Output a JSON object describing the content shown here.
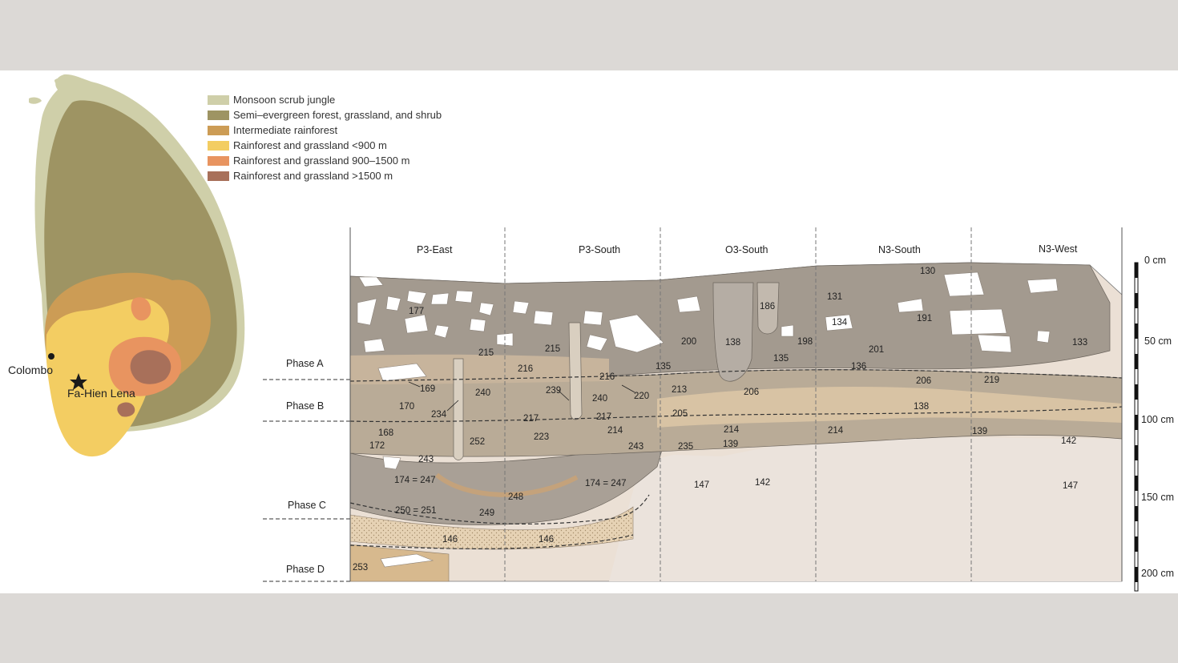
{
  "legend": [
    {
      "label": "Monsoon scrub jungle",
      "color": "#cfcfa9"
    },
    {
      "label": "Semi–evergreen forest, grassland, and shrub",
      "color": "#9e9463"
    },
    {
      "label": "Intermediate rainforest",
      "color": "#cc9c55"
    },
    {
      "label": "Rainforest and grassland <900 m",
      "color": "#f3cd62"
    },
    {
      "label": "Rainforest and grassland  900–1500 m",
      "color": "#e89460"
    },
    {
      "label": "Rainforest and grassland  >1500 m",
      "color": "#a8705a"
    }
  ],
  "map": {
    "city": "Colombo",
    "site": "Fa-Hien Lena"
  },
  "sections": [
    "P3-East",
    "P3-South",
    "O3-South",
    "N3-South",
    "N3-West"
  ],
  "phases": [
    "Phase A",
    "Phase B",
    "Phase C",
    "Phase D"
  ],
  "scale": [
    "0 cm",
    "50 cm",
    "100 cm",
    "150 cm",
    "200 cm"
  ],
  "contexts": [
    "130",
    "177",
    "186",
    "131",
    "134",
    "191",
    "133",
    "200",
    "138",
    "198",
    "201",
    "215",
    "215",
    "135",
    "136",
    "216",
    "216",
    "135",
    "206",
    "219",
    "169",
    "239",
    "220",
    "240",
    "240",
    "213",
    "206",
    "138",
    "170",
    "234",
    "205",
    "217",
    "217",
    "168",
    "223",
    "214",
    "214",
    "214",
    "139",
    "142",
    "172",
    "252",
    "243",
    "235",
    "139",
    "243",
    "174 = 247",
    "174 = 247",
    "147",
    "142",
    "147",
    "248",
    "250 = 251",
    "249",
    "146",
    "146",
    "253"
  ]
}
